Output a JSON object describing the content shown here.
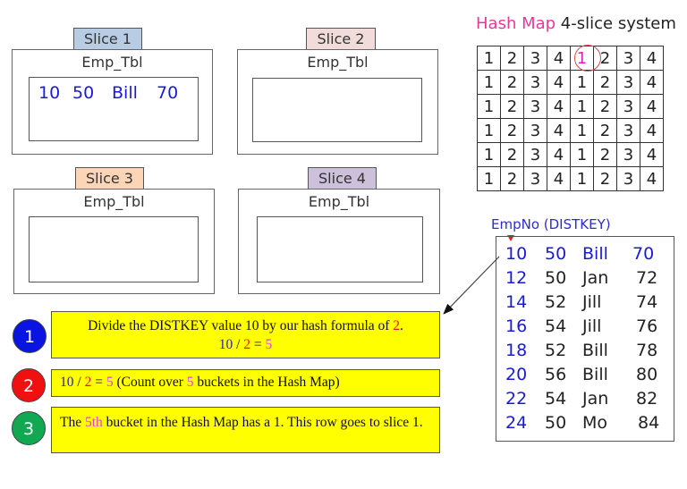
{
  "slices": [
    {
      "tab_label": "Slice 1",
      "tab_color": "#b8cce4",
      "table_name": "Emp_Tbl",
      "rows": [
        [
          "10",
          "50",
          "Bill",
          "70"
        ]
      ]
    },
    {
      "tab_label": "Slice 2",
      "tab_color": "#f2dcdb",
      "table_name": "Emp_Tbl",
      "rows": []
    },
    {
      "tab_label": "Slice 3",
      "tab_color": "#fbd5b5",
      "table_name": "Emp_Tbl",
      "rows": []
    },
    {
      "tab_label": "Slice 4",
      "tab_color": "#ccc0da",
      "table_name": "Emp_Tbl",
      "rows": []
    }
  ],
  "hash_map": {
    "title_highlight": "Hash Map",
    "title_rest": "4-slice system",
    "highlighted_cell": {
      "row": 0,
      "col": 4
    },
    "rows": [
      [
        "1",
        "2",
        "3",
        "4",
        "1",
        "2",
        "3",
        "4"
      ],
      [
        "1",
        "2",
        "3",
        "4",
        "1",
        "2",
        "3",
        "4"
      ],
      [
        "1",
        "2",
        "3",
        "4",
        "1",
        "2",
        "3",
        "4"
      ],
      [
        "1",
        "2",
        "3",
        "4",
        "1",
        "2",
        "3",
        "4"
      ],
      [
        "1",
        "2",
        "3",
        "4",
        "1",
        "2",
        "3",
        "4"
      ],
      [
        "1",
        "2",
        "3",
        "4",
        "1",
        "2",
        "3",
        "4"
      ]
    ]
  },
  "employee_table": {
    "label": "EmpNo (DISTKEY)",
    "rows": [
      [
        "10",
        "50",
        "Bill",
        "70"
      ],
      [
        "12",
        "50",
        "Jan",
        "72"
      ],
      [
        "14",
        "52",
        "Jill",
        "74"
      ],
      [
        "16",
        "54",
        "Jill",
        "76"
      ],
      [
        "18",
        "52",
        "Bill",
        "78"
      ],
      [
        "20",
        "56",
        "Bill",
        "80"
      ],
      [
        "22",
        "54",
        "Jan",
        "82"
      ],
      [
        "24",
        "50",
        "Mo",
        "84"
      ]
    ]
  },
  "steps": [
    {
      "number": "1",
      "color": "#0a14e0",
      "line1_prefix": "Divide  the DISTKEY value  10 by our hash formula  of ",
      "line1_red": "2",
      "line1_suffix": ".",
      "eq_a": "10",
      "eq_op": " / ",
      "eq_b": "2",
      "eq_eq": " = ",
      "eq_c": "5"
    },
    {
      "number": "2",
      "color": "#f01010",
      "eq_a": "10",
      "eq_op": " / ",
      "eq_b": "2",
      "eq_eq": " = ",
      "eq_c": "5",
      "text_a": " (Count over ",
      "text_mag": "5",
      "text_b": " buckets in  the Hash Map)"
    },
    {
      "number": "3",
      "color": "#10a850",
      "text_a": "The ",
      "text_mag": "5th",
      "text_b": " bucket in the Hash Map has a 1.  This row goes to slice 1."
    }
  ]
}
